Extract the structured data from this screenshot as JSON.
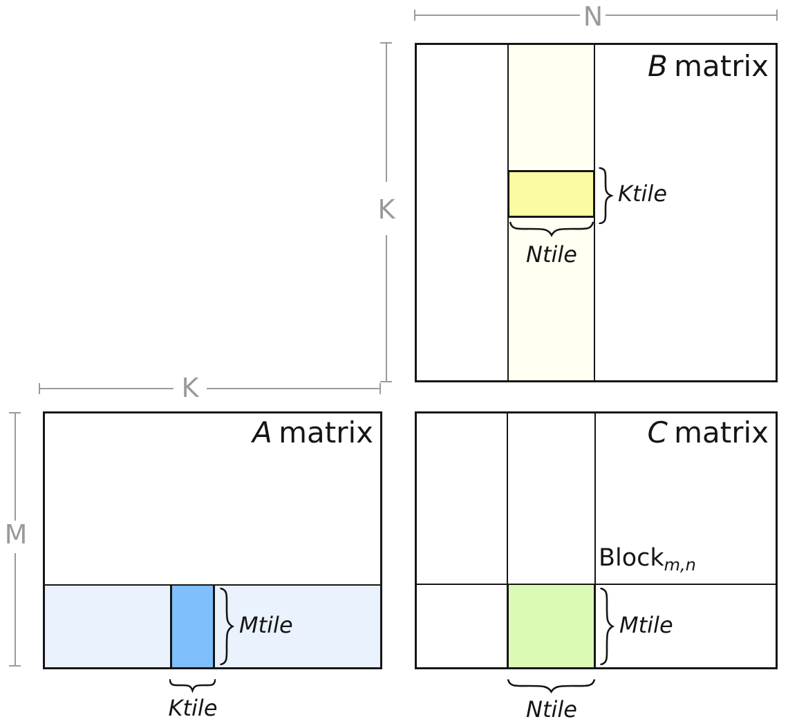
{
  "colors": {
    "ink": "#151515",
    "dim_gray": "#9a9a9a",
    "ivory_strip": "#FFFFF2",
    "yellow_tile": "#FBFBA3",
    "light_blue_strip": "#E9F2FD",
    "blue_tile": "#7FBFFB",
    "green_tile": "#DBFBB5"
  },
  "dimensions": {
    "n_label": "N",
    "k_vertical_label": "K",
    "k_horizontal_label": "K",
    "m_label": "M"
  },
  "matrix_b": {
    "title_letter": "B",
    "title_word": "matrix",
    "ktile_label": "Ktile",
    "ntile_label": "Ntile"
  },
  "matrix_a": {
    "title_letter": "A",
    "title_word": "matrix",
    "mtile_label": "Mtile",
    "ktile_label": "Ktile"
  },
  "matrix_c": {
    "title_letter": "C",
    "title_word": "matrix",
    "block_label": "Block",
    "block_subscript": "m,n",
    "mtile_label": "Mtile",
    "ntile_label": "Ntile"
  }
}
